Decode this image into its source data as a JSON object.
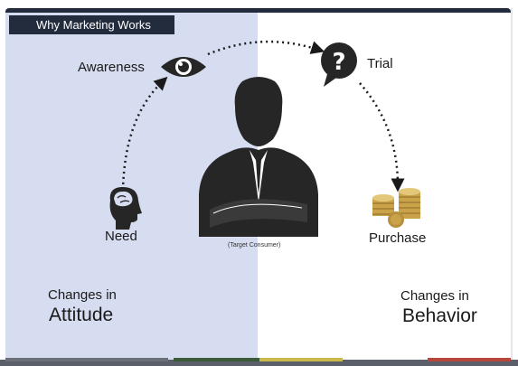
{
  "title": "Why Marketing Works",
  "stages": {
    "awareness": "Awareness",
    "trial": "Trial",
    "need": "Need",
    "purchase": "Purchase"
  },
  "center_caption": "(Target Consumer)",
  "left_group": {
    "line1": "Changes in",
    "line2": "Attitude"
  },
  "right_group": {
    "line1": "Changes in",
    "line2": "Behavior"
  },
  "colors": {
    "left_panel": "#d6ddf0",
    "title_bar": "#232c3c",
    "icon_dark": "#262626",
    "coin_gold": "#c9a24a"
  },
  "icons": [
    "eye-icon",
    "question-bubble-icon",
    "head-brain-icon",
    "coins-icon",
    "businessman-icon"
  ]
}
